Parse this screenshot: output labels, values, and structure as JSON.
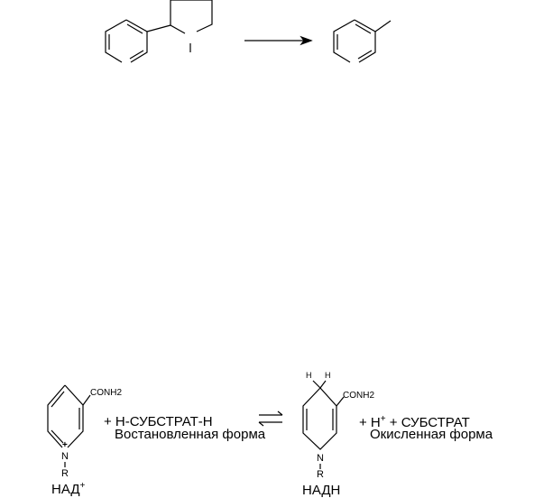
{
  "top_reaction": {
    "arrow": "right-arrow"
  },
  "bottom_reaction": {
    "nad_plus": {
      "substituent": "CONH2",
      "n_label": "N",
      "r_label": "R",
      "charge": "+",
      "name": "НАД",
      "name_sup": "+"
    },
    "reactant": {
      "line1": "+ Н-СУБСТРАТ-Н",
      "line2": "Востановленная форма"
    },
    "arrow": "equilibrium-arrows",
    "nadh": {
      "h1": "H",
      "h2": "H",
      "substituent": "CONH2",
      "n_label": "N",
      "r_label": "R",
      "name": "НАДН"
    },
    "product": {
      "plus1": "+ H",
      "sup": "+",
      "rest": " + СУБСТРАТ",
      "line2": "Окисленная форма"
    }
  }
}
